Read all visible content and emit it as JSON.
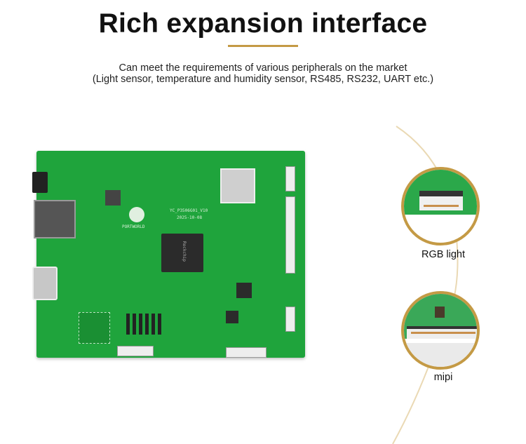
{
  "header": {
    "title": "Rich expansion interface",
    "subtitle_line1": "Can meet the requirements of various peripherals on the market",
    "subtitle_line2": "(Light sensor, temperature and humidity sensor, RS485, RS232, UART etc.)"
  },
  "board": {
    "model": "YC_P3506G01_V10",
    "date": "2025-10-08",
    "brand": "PORTWORLD",
    "chip": "Rockchip"
  },
  "callouts": [
    {
      "label": "RGB light"
    },
    {
      "label": "mipi"
    }
  ],
  "colors": {
    "accent": "#c49a45",
    "pcb": "#1fa43c"
  }
}
